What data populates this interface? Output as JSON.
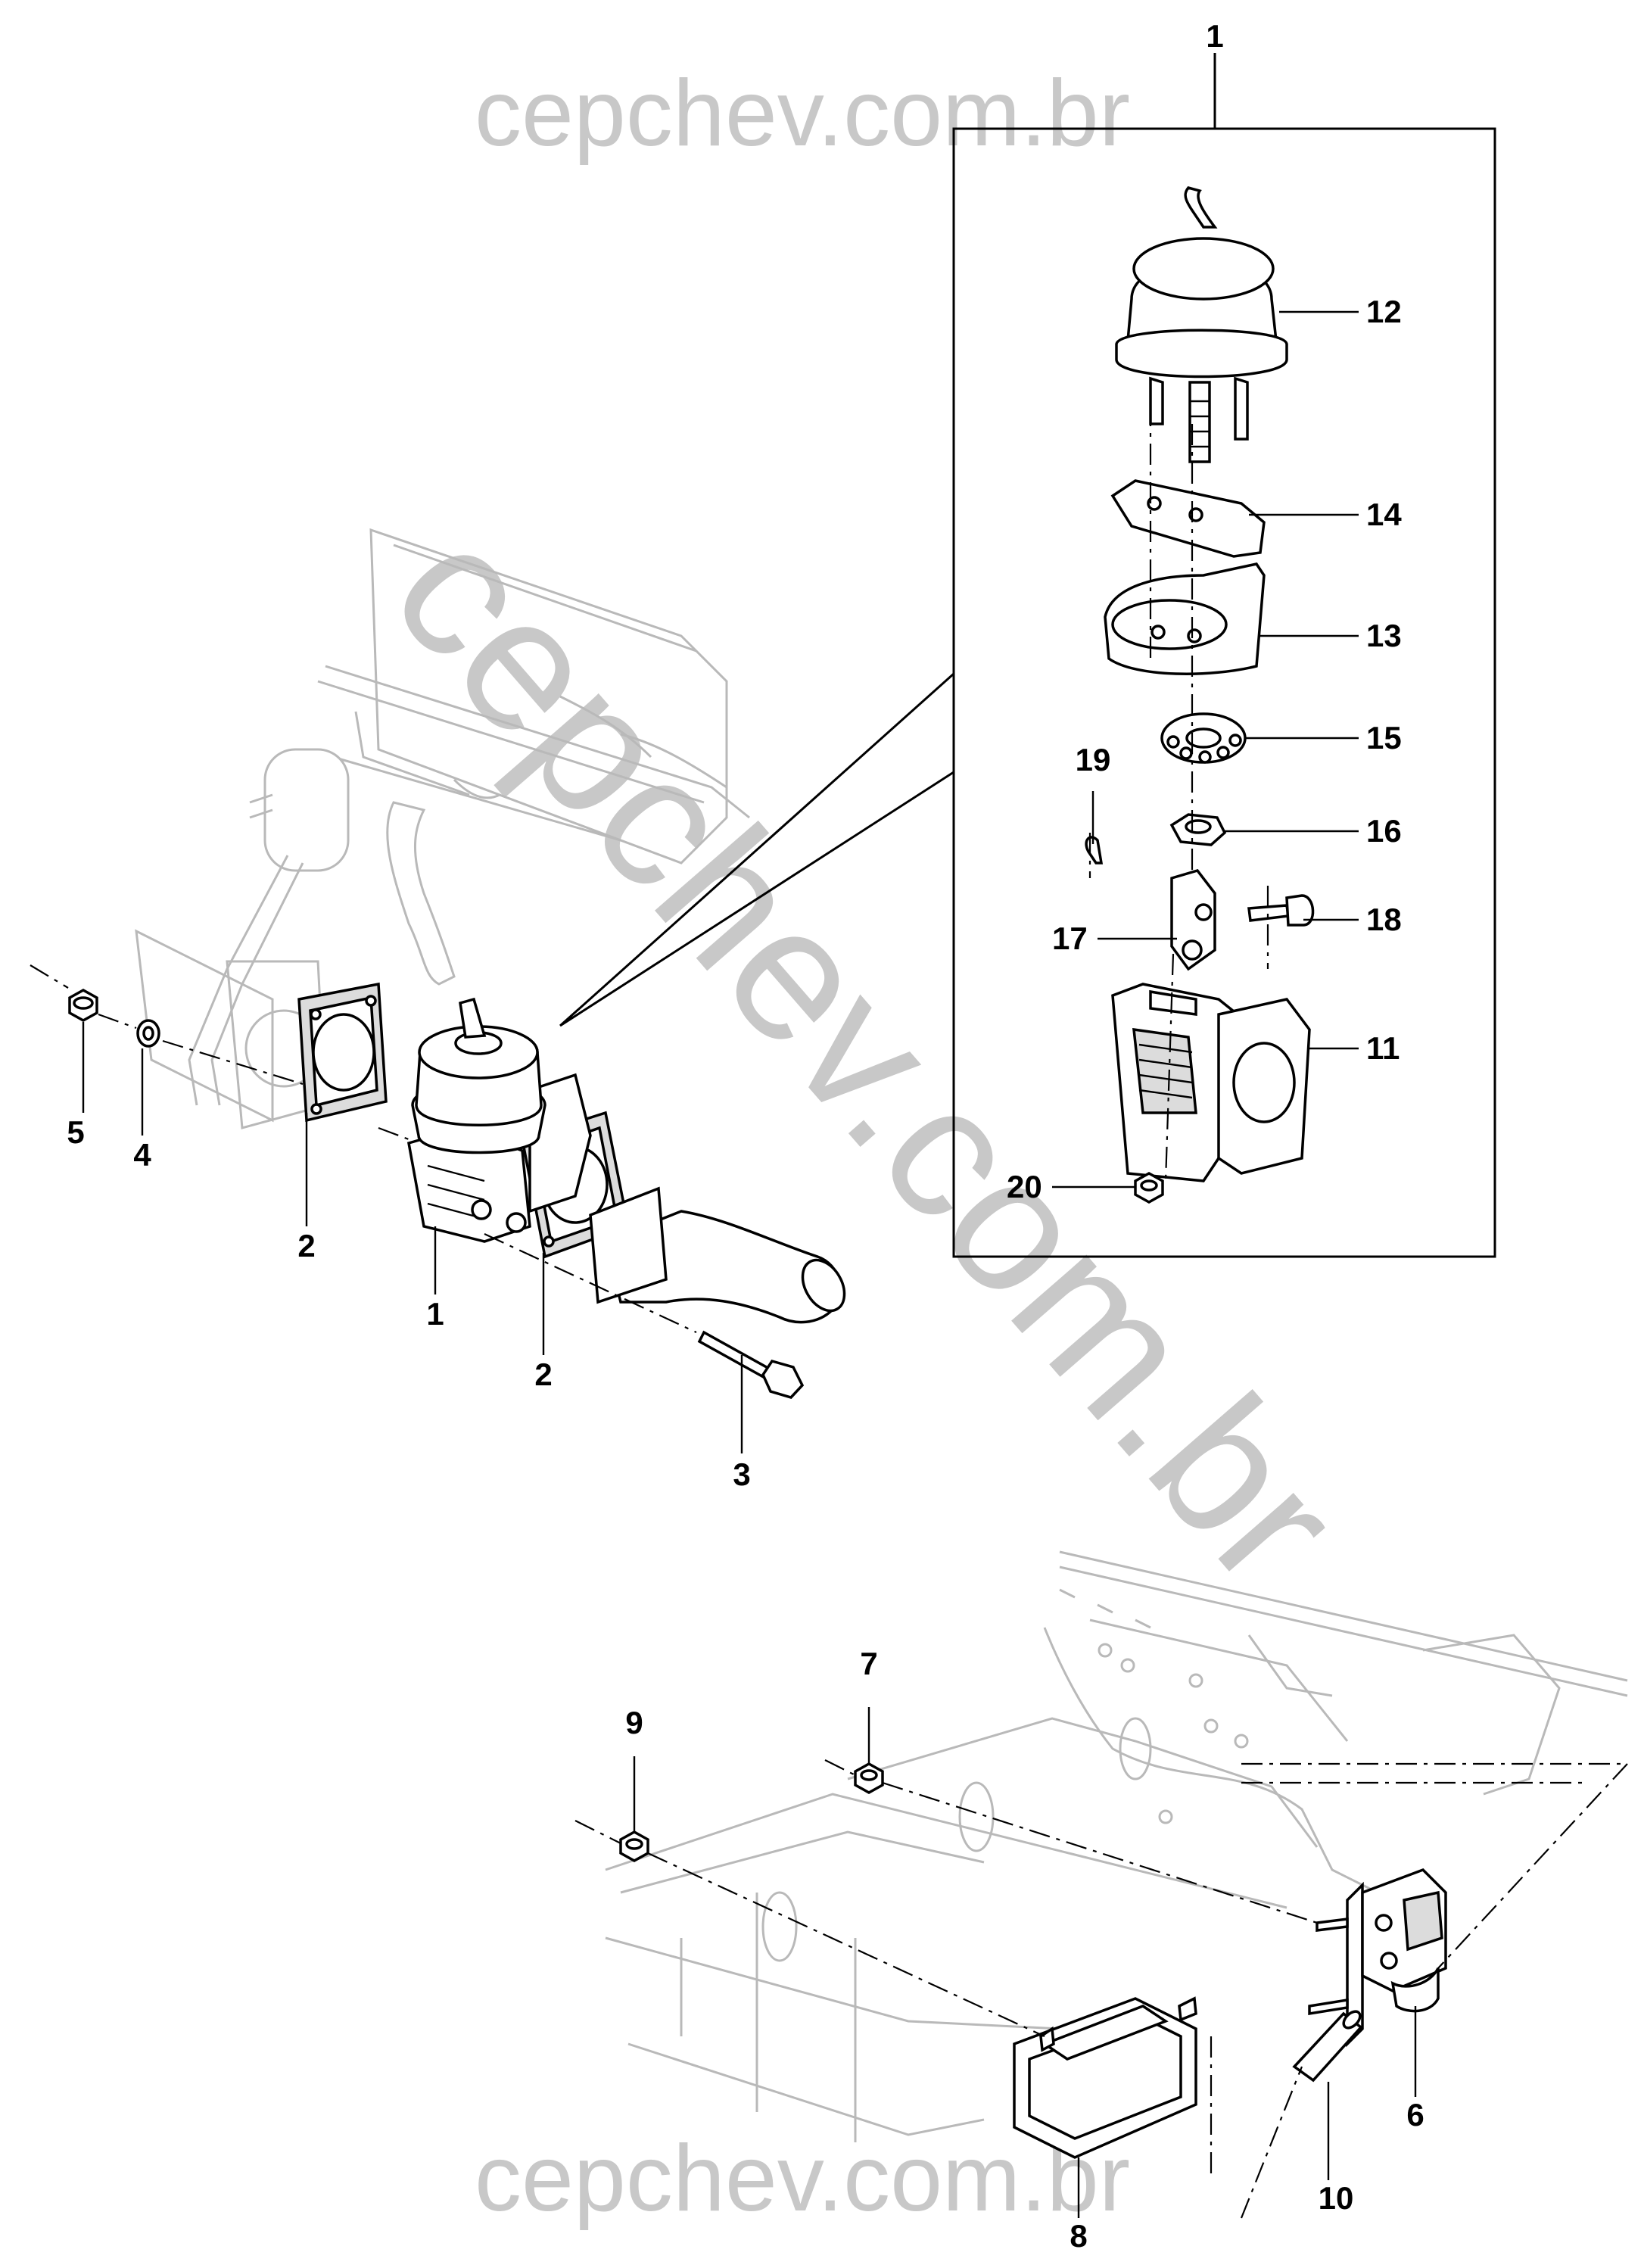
{
  "watermark": {
    "top": "cepchev.com.br",
    "diagonal": "cepchev.com.br",
    "bottom": "cepchev.com.br"
  },
  "callouts": {
    "c1_top": "1",
    "c1": "1",
    "c2a": "2",
    "c2b": "2",
    "c3": "3",
    "c4": "4",
    "c5": "5",
    "c6": "6",
    "c7": "7",
    "c8": "8",
    "c9": "9",
    "c10": "10",
    "c11": "11",
    "c12": "12",
    "c13": "13",
    "c14": "14",
    "c15": "15",
    "c16": "16",
    "c17": "17",
    "c18": "18",
    "c19": "19",
    "c20": "20"
  }
}
